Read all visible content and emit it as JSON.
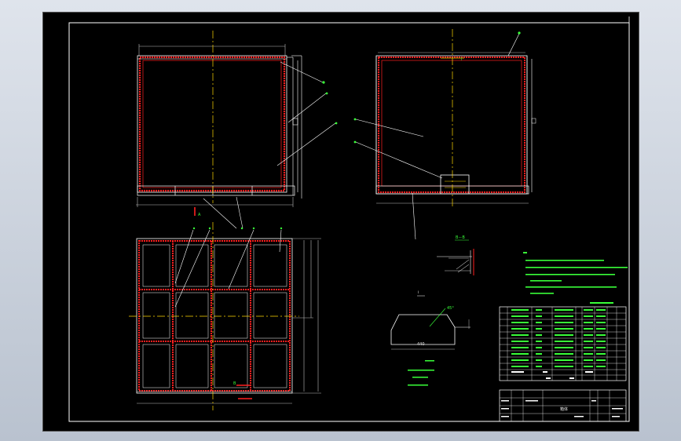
{
  "section_label": "B－B",
  "angle_label": "45°",
  "dim_label": "440",
  "left_view_mark": "A",
  "bottom_view_mark": "B",
  "title_block": {
    "title": "箱体"
  },
  "colors": {
    "background": "#000000",
    "frame": "#ffffff",
    "profile": "#ff2020",
    "centerline": "#ffd700",
    "leader": "#39ff39",
    "dimension": "#bbbbbb"
  }
}
